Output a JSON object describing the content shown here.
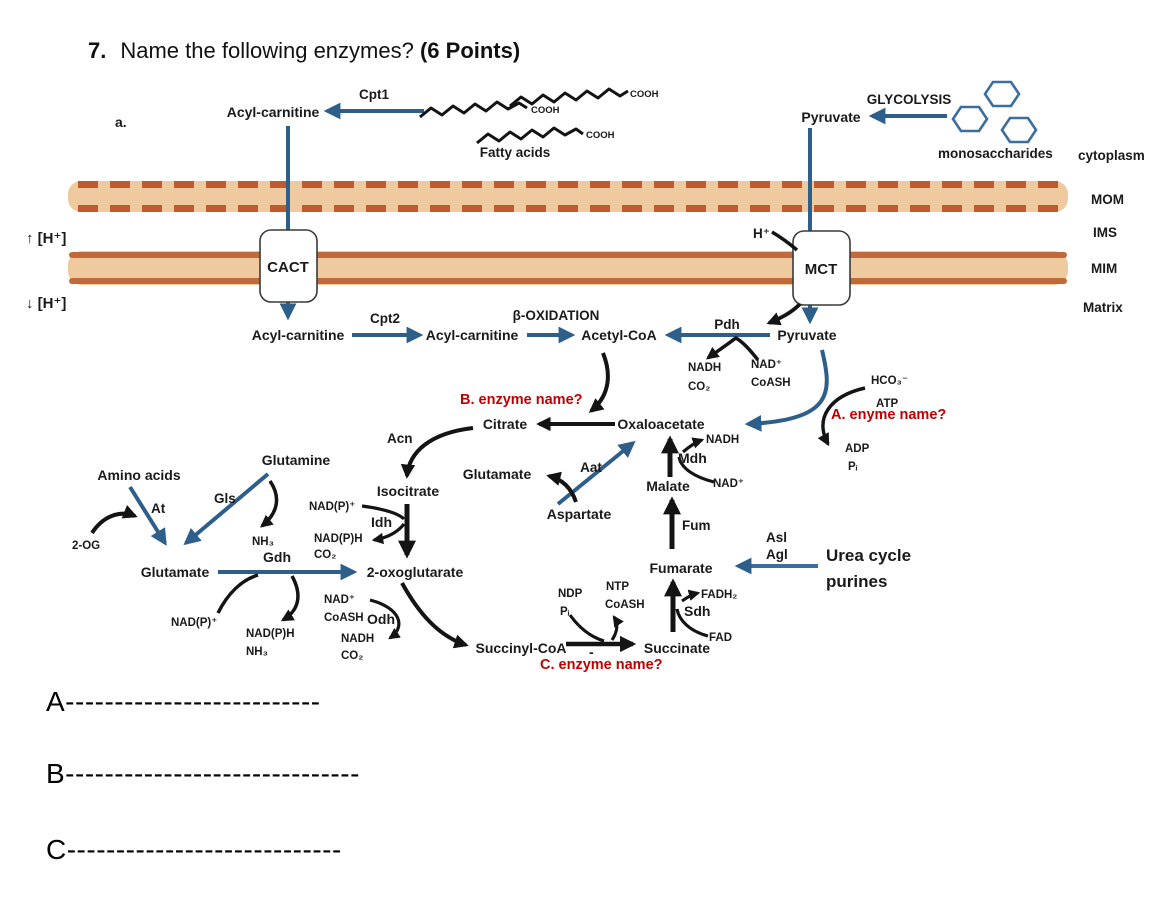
{
  "title": {
    "number": "7.",
    "question": "Name the following enzymes?",
    "points": "(6 Points)"
  },
  "figure": {
    "label": "a."
  },
  "cytosol": {
    "acyl_carnitine": "Acyl-carnitine",
    "cpt1": "Cpt1",
    "cooh": "COOH",
    "fatty_acids": "Fatty acids",
    "pyruvate": "Pyruvate",
    "glycolysis": "GLYCOLYSIS",
    "monosaccharides": "monosaccharides",
    "cytoplasm": "cytoplasm"
  },
  "membrane": {
    "mom": "MOM",
    "ims": "IMS",
    "mim": "MIM",
    "matrix": "Matrix",
    "cact": "CACT",
    "mct": "MCT",
    "h_high": "↑ [H⁺]",
    "h_low": "↓ [H⁺]",
    "h_plus": "H⁺"
  },
  "beta_ox": {
    "acyl_carnitine_1": "Acyl-carnitine",
    "cpt2": "Cpt2",
    "acyl_carnitine_2": "Acyl-carnitine",
    "beta_oxidation": "β-OXIDATION",
    "acetyl_coa": "Acetyl-CoA"
  },
  "pdh": {
    "label": "Pdh",
    "pyruvate": "Pyruvate",
    "nadh": "NADH",
    "co2": "CO₂",
    "nad": "NAD⁺",
    "coash": "CoASH"
  },
  "pc": {
    "hco3": "HCO₃⁻",
    "atp": "ATP",
    "enzyme_a": "A. enyme name?",
    "adp": "ADP",
    "pi": "Pᵢ"
  },
  "tca": {
    "enzyme_b": "B. enzyme name?",
    "citrate": "Citrate",
    "oxaloacetate": "Oxaloacetate",
    "mdh": "Mdh",
    "mdh_nadh": "NADH",
    "mdh_nad": "NAD⁺",
    "malate": "Malate",
    "fum": "Fum",
    "fumarate": "Fumarate",
    "acn": "Acn",
    "isocitrate": "Isocitrate",
    "idh": "Idh",
    "idh_nadp": "NAD(P)⁺",
    "idh_nadph": "NAD(P)H",
    "idh_co2": "CO₂",
    "oxoglutarate": "2-oxoglutarate",
    "odh": "Odh",
    "odh_nad": "NAD⁺",
    "odh_coash": "CoASH",
    "odh_nadh": "NADH",
    "odh_co2": "CO₂",
    "succinyl_coa": "Succinyl-CoA",
    "minus": "-",
    "ndp": "NDP",
    "pi": "Pᵢ",
    "ntp": "NTP",
    "coash": "CoASH",
    "enzyme_c": "C. enzyme name?",
    "succinate": "Succinate",
    "sdh": "Sdh",
    "fad": "FAD",
    "fadh2": "FADH₂"
  },
  "amino": {
    "aat": "Aat",
    "glutamate_mid": "Glutamate",
    "aspartate": "Aspartate",
    "amino_acids": "Amino acids",
    "at": "At",
    "og": "2-OG",
    "glutamine": "Glutamine",
    "gls": "Gls",
    "gls_nh3": "NH₃",
    "gdh": "Gdh",
    "glutamate": "Glutamate",
    "gdh_nadp": "NAD(P)⁺",
    "gdh_nadph": "NAD(P)H",
    "gdh_nh3": "NH₃"
  },
  "urea": {
    "asl": "Asl",
    "agl": "Agl",
    "line1": "Urea cycle",
    "line2": "purines"
  },
  "answers": {
    "a": "A--------------------------",
    "b": "B------------------------------",
    "c": "C----------------------------"
  },
  "colors": {
    "arrow_blue": "#2E5F8A",
    "membrane_fill": "#F0CA9F",
    "membrane_border": "#C06A3C",
    "red": "#C00000"
  }
}
